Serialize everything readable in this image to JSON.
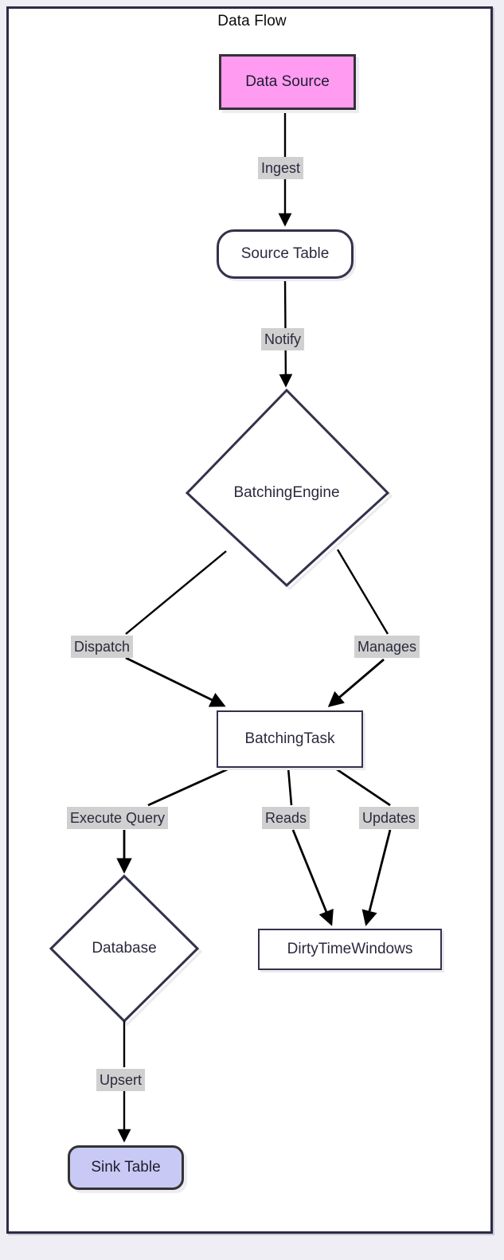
{
  "diagram": {
    "title": "Data Flow",
    "type": "flowchart",
    "direction": "top-down",
    "colors": {
      "frame_border": "#2c2c44",
      "canvas_background": "#ffffff",
      "page_background": "#eeeef4",
      "node_border": "#32324d",
      "node_text": "#2a2a3f",
      "edge_stroke": "#000000",
      "edge_label_background": "#d0d0d0",
      "data_source_fill": "#ff9cf2",
      "sink_table_fill": "#c9c9f5",
      "default_node_fill": "#ffffff"
    },
    "nodes": [
      {
        "id": "data-source",
        "label": "Data Source",
        "shape": "rectangle",
        "fill": "#ff9cf2"
      },
      {
        "id": "source-table",
        "label": "Source Table",
        "shape": "rounded-rectangle",
        "fill": "#ffffff"
      },
      {
        "id": "batching-engine",
        "label": "BatchingEngine",
        "shape": "diamond",
        "fill": "#ffffff"
      },
      {
        "id": "batching-task",
        "label": "BatchingTask",
        "shape": "rectangle",
        "fill": "#ffffff"
      },
      {
        "id": "database",
        "label": "Database",
        "shape": "diamond",
        "fill": "#ffffff"
      },
      {
        "id": "dirty-time-windows",
        "label": "DirtyTimeWindows",
        "shape": "rectangle",
        "fill": "#ffffff"
      },
      {
        "id": "sink-table",
        "label": "Sink Table",
        "shape": "rounded-rectangle",
        "fill": "#c9c9f5"
      }
    ],
    "edges": [
      {
        "from": "data-source",
        "to": "source-table",
        "label": "Ingest"
      },
      {
        "from": "source-table",
        "to": "batching-engine",
        "label": "Notify"
      },
      {
        "from": "batching-engine",
        "to": "batching-task",
        "label": "Dispatch"
      },
      {
        "from": "batching-engine",
        "to": "batching-task",
        "label": "Manages"
      },
      {
        "from": "batching-task",
        "to": "database",
        "label": "Execute Query"
      },
      {
        "from": "batching-task",
        "to": "dirty-time-windows",
        "label": "Reads"
      },
      {
        "from": "batching-task",
        "to": "dirty-time-windows",
        "label": "Updates"
      },
      {
        "from": "database",
        "to": "sink-table",
        "label": "Upsert"
      }
    ],
    "labels": {
      "ingest": "Ingest",
      "notify": "Notify",
      "dispatch": "Dispatch",
      "manages": "Manages",
      "execute_query": "Execute Query",
      "reads": "Reads",
      "updates": "Updates",
      "upsert": "Upsert"
    }
  }
}
